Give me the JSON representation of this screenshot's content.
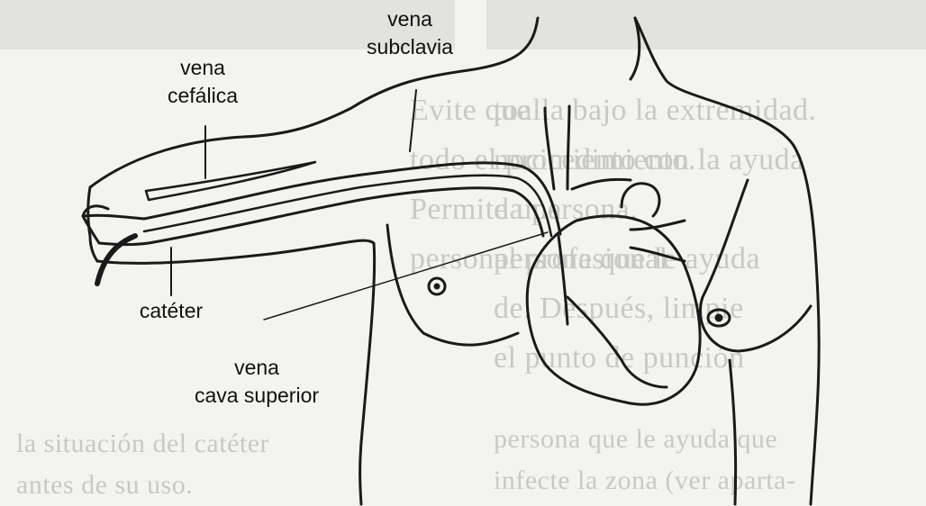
{
  "labels": {
    "vena_subclavia": [
      "vena",
      "subclavia"
    ],
    "vena_cefalica": [
      "vena",
      "cefálica"
    ],
    "cateter": "catéter",
    "vena_cava_superior": [
      "vena",
      "cava superior"
    ]
  },
  "background_text": {
    "left_column": [
      "Evite que",
      "",
      "todo el procedimiento.",
      "Permite una",
      "personal profesional"
    ],
    "right_column": [
      "toalla bajo la extremidad.",
      "nocimiento con la ayuda",
      "da persona.",
      "persona que le ayuda",
      "de. Después, limpie",
      "el punto de punción",
      "persona que le ayuda que",
      "infecte la zona (ver aparta-"
    ],
    "bottom": [
      "la situación del catéter",
      "antes de su uso."
    ]
  },
  "colors": {
    "line": "#1a1a1a",
    "background": "#f3f3f0",
    "faded_text": "#c9c9c4"
  }
}
